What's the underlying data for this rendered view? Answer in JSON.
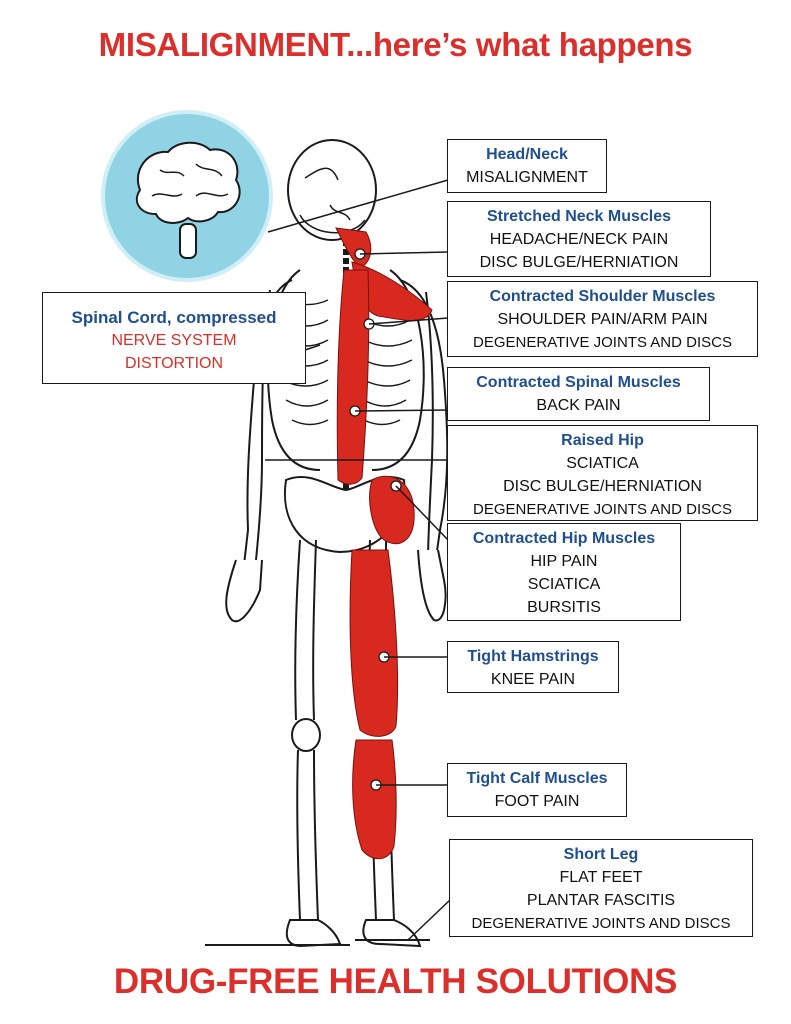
{
  "title": "MISALIGNMENT...here’s what happens",
  "footer": "DRUG-FREE HEALTH SOLUTIONS",
  "colors": {
    "accent_red": "#dc2e2a",
    "heading_blue": "#1f4f8f",
    "muscle_red": "#d8291f",
    "brain_circle": "#8fd3e4"
  },
  "boxes": [
    {
      "id": "head-neck",
      "heading": "Head/Neck",
      "lines": [
        "MISALIGNMENT"
      ]
    },
    {
      "id": "stretched-neck-muscles",
      "heading": "Stretched Neck Muscles",
      "lines": [
        "HEADACHE/NECK PAIN",
        "DISC BULGE/HERNIATION"
      ]
    },
    {
      "id": "contracted-shoulder-muscles",
      "heading": "Contracted Shoulder Muscles",
      "lines": [
        "SHOULDER PAIN/ARM PAIN",
        "DEGENERATIVE  JOINTS AND DISCS"
      ]
    },
    {
      "id": "contracted-spinal-muscles",
      "heading": "Contracted Spinal Muscles",
      "lines": [
        "BACK PAIN"
      ]
    },
    {
      "id": "raised-hip",
      "heading": "Raised Hip",
      "lines": [
        "SCIATICA",
        "DISC BULGE/HERNIATION",
        "DEGENERATIVE JOINTS AND DISCS"
      ]
    },
    {
      "id": "contracted-hip-muscles",
      "heading": "Contracted Hip Muscles",
      "lines": [
        "HIP PAIN",
        "SCIATICA",
        "BURSITIS"
      ]
    },
    {
      "id": "tight-hamstrings",
      "heading": "Tight Hamstrings",
      "lines": [
        "KNEE PAIN"
      ]
    },
    {
      "id": "tight-calf-muscles",
      "heading": "Tight Calf Muscles",
      "lines": [
        "FOOT PAIN"
      ]
    },
    {
      "id": "short-leg",
      "heading": "Short Leg",
      "lines": [
        "FLAT FEET",
        "PLANTAR FASCITIS",
        "DEGENERATIVE JOINTS AND DISCS"
      ]
    },
    {
      "id": "spinal-cord",
      "heading": "Spinal Cord, compressed",
      "lines": [
        "NERVE SYSTEM",
        "DISTORTION"
      ]
    }
  ]
}
